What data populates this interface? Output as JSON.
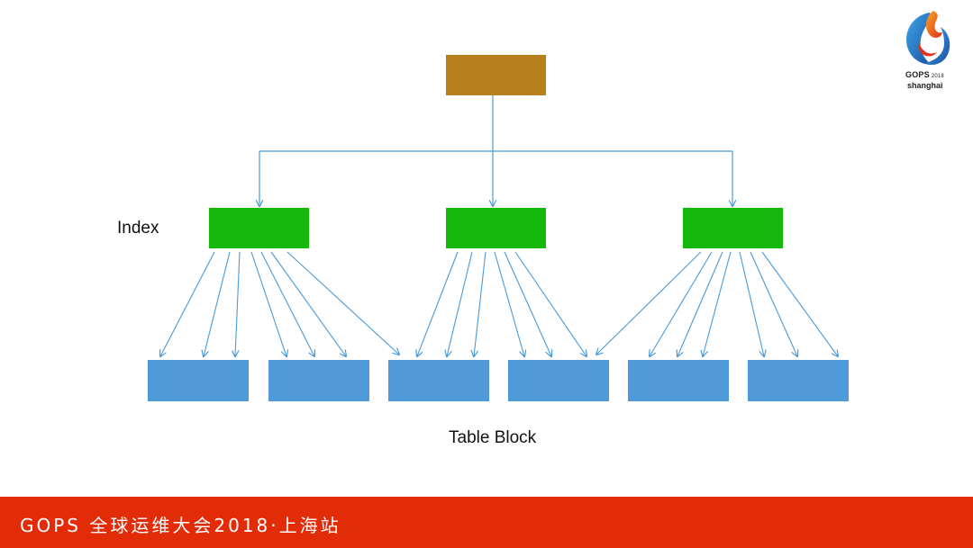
{
  "diagram": {
    "index_label": "Index",
    "table_block_label": "Table Block",
    "root_color": "#b8801c",
    "index_color": "#14b80a",
    "block_color": "#519ad9",
    "edge_color": "#4a9ad8"
  },
  "logo": {
    "brand": "GOPS",
    "year": "2018",
    "city": "shanghai"
  },
  "footer": {
    "text": "GOPS 全球运维大会2018·上海站",
    "color": "#e22b07"
  }
}
